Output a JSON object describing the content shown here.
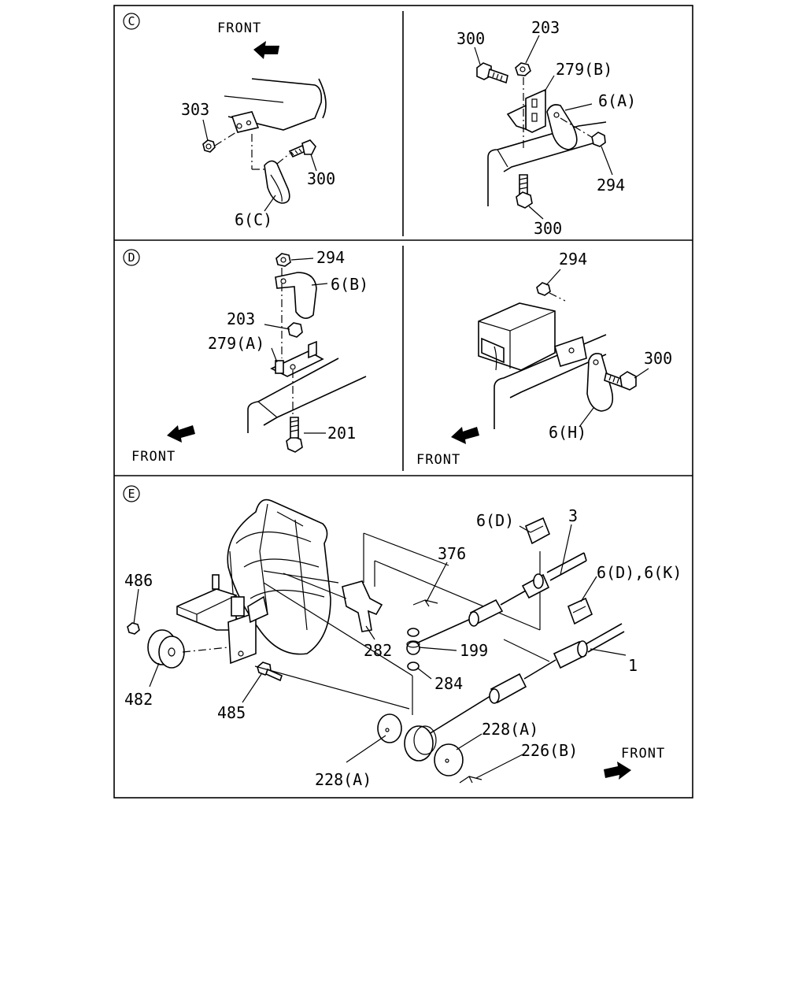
{
  "panel_c": {
    "letter": "C",
    "front": "FRONT",
    "labels": {
      "l303": "303",
      "l300a": "300",
      "l6c": "6(C)",
      "l300b": "300",
      "l203": "203",
      "l279b": "279(B)",
      "l6a": "6(A)",
      "l294": "294",
      "l300c": "300"
    }
  },
  "panel_d": {
    "letter": "D",
    "front_left": "FRONT",
    "front_right": "FRONT",
    "labels": {
      "l294a": "294",
      "l6b": "6(B)",
      "l203": "203",
      "l279a": "279(A)",
      "l201": "201",
      "l294b": "294",
      "l300": "300",
      "l6h": "6(H)"
    }
  },
  "panel_e": {
    "letter": "E",
    "front": "FRONT",
    "labels": {
      "l486": "486",
      "l482": "482",
      "l485": "485",
      "l282": "282",
      "l6d": "6(D)",
      "l3": "3",
      "l376": "376",
      "l6d6k": "6(D),6(K)",
      "l199": "199",
      "l284": "284",
      "l1": "1",
      "l228a1": "228(A)",
      "l228a2": "228(A)",
      "l226b": "226(B)"
    }
  }
}
